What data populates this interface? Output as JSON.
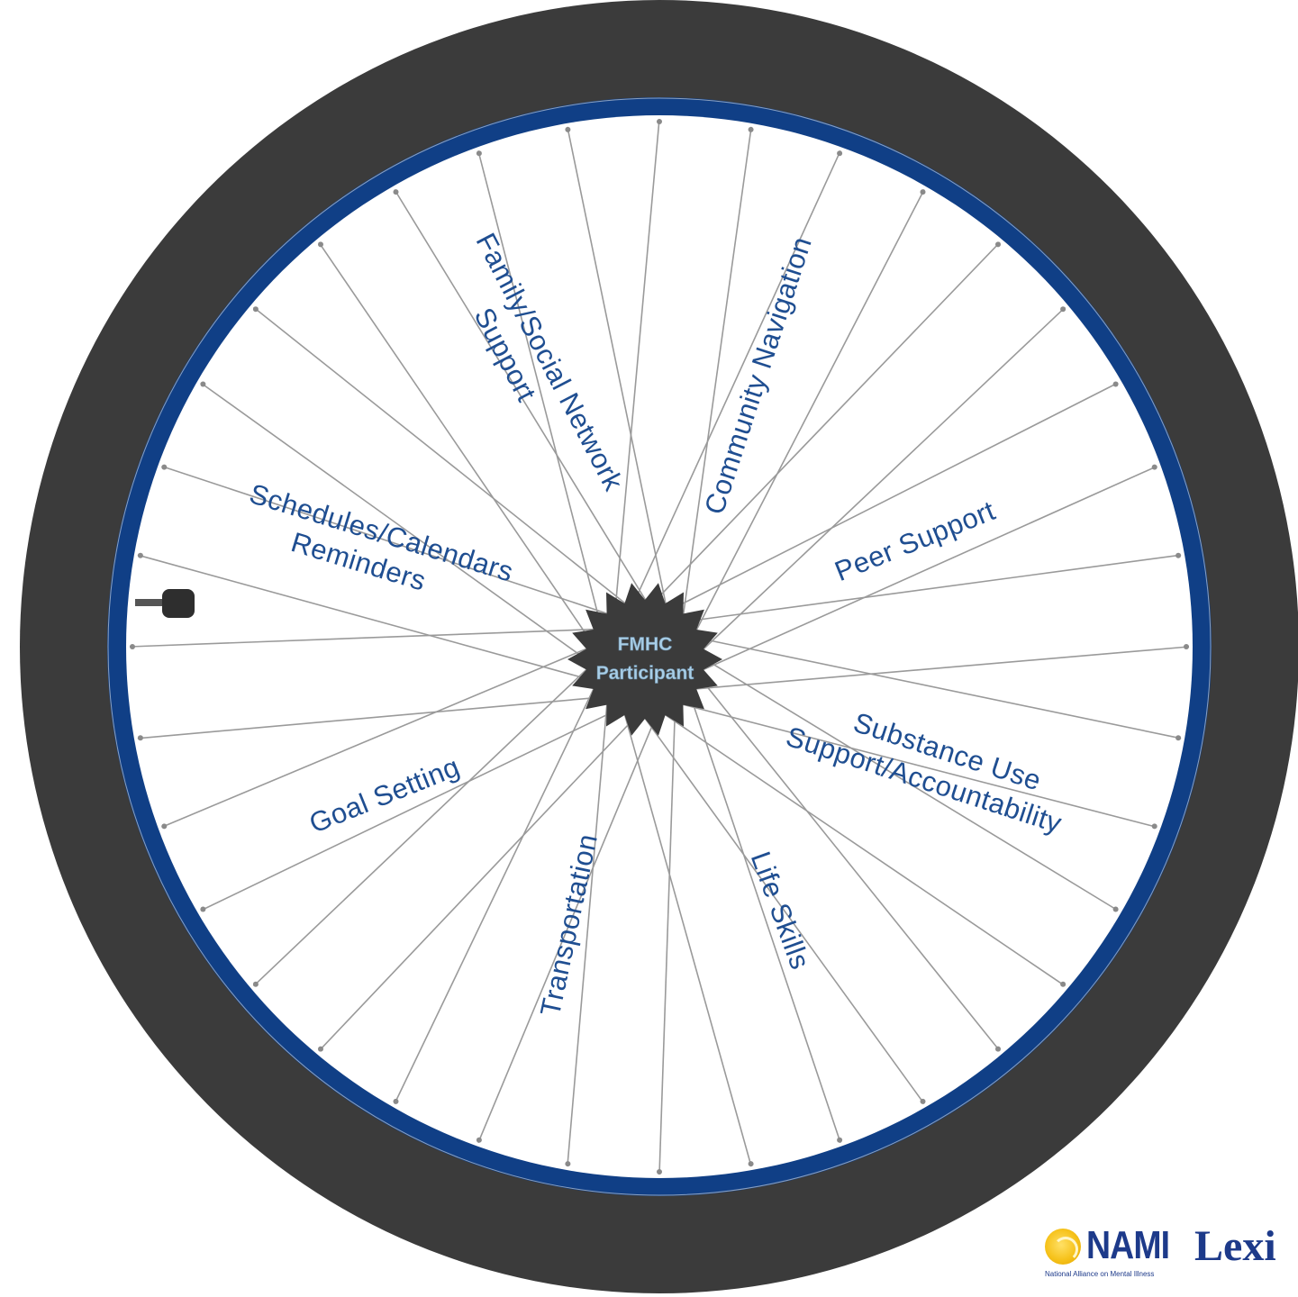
{
  "hub": {
    "line1": "FMHC",
    "line2": "Participant"
  },
  "labels": [
    {
      "lines": [
        "Family/Social Network",
        "Support"
      ]
    },
    {
      "lines": [
        "Community Navigation"
      ]
    },
    {
      "lines": [
        "Peer Support"
      ]
    },
    {
      "lines": [
        "Substance Use",
        "Support/Accountability"
      ]
    },
    {
      "lines": [
        "Life Skills"
      ]
    },
    {
      "lines": [
        "Transportation"
      ]
    },
    {
      "lines": [
        "Goal Setting"
      ]
    },
    {
      "lines": [
        "Schedules/Calendars",
        "Reminders"
      ]
    }
  ],
  "logo": {
    "nami": "NAMI",
    "lexi": "Lexi",
    "tagline": "National Alliance on Mental Illness"
  },
  "colors": {
    "tire": "#3b3b3b",
    "rim": "#103f86",
    "spoke": "#9a9a9a",
    "hub": "#3b3b3b",
    "label": "#1f4e91"
  }
}
